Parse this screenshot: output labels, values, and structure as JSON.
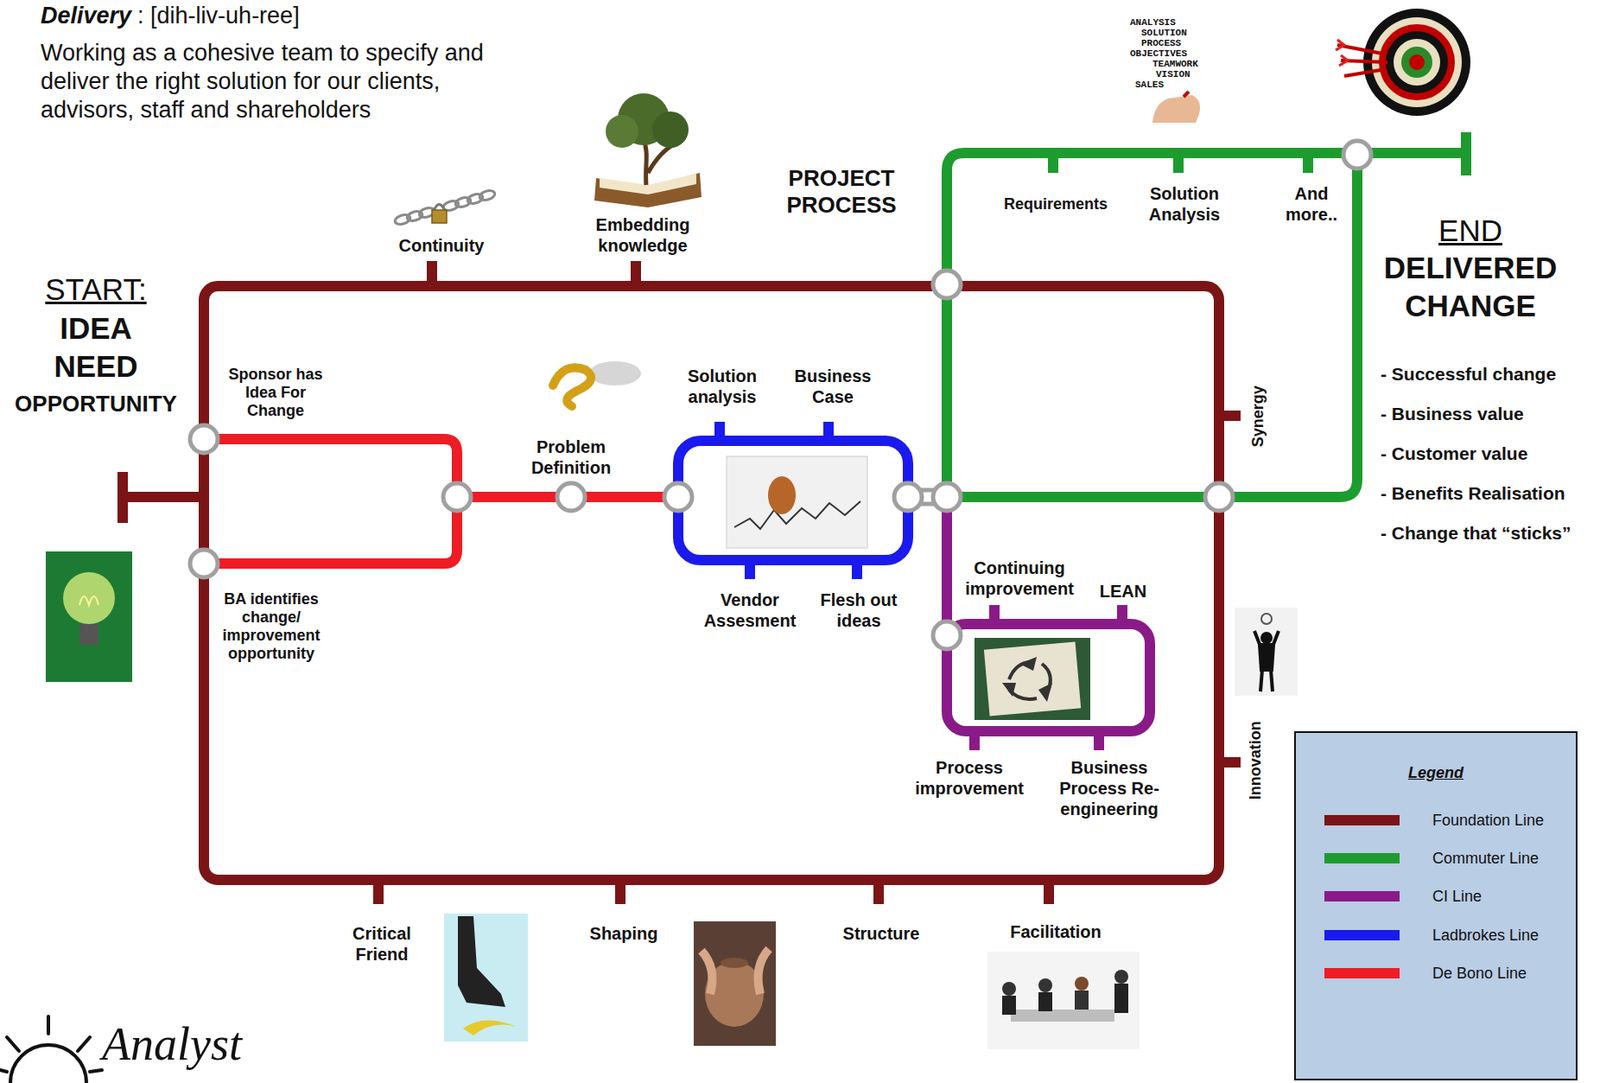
{
  "diagram": {
    "title": "Delivery",
    "nodes": [
      {
        "text": [
          "Legend"
        ]
      }
    ],
    "labels": [
      ": [dih-liv-uh-ree]",
      "Working as a cohesive team to specify and deliver the right solution for our clients, advisors, staff and shareholders",
      "START:",
      "IDEA NEED",
      "OPPORTUNITY",
      "Continuity",
      "Embedding knowledge",
      "PROJECT PROCESS",
      "Requirements",
      "Solution Analysis",
      "And more..",
      "END",
      "DELIVERED CHANGE",
      "- Successful change",
      "- Business value",
      "- Customer value",
      "- Benefits Realisation",
      "- Change that “sticks”",
      "Sponsor has Idea For Change",
      "BA identifies change/ improvement opportunity",
      "Problem Definition",
      "Solution analysis",
      "Business Case",
      "Vendor Assesment",
      "Flesh out ideas",
      "Synergy",
      "Continuing improvement",
      "LEAN",
      "Process improvement",
      "Business Process Re- engineering",
      "Innovation",
      "Critical Friend",
      "Shaping",
      "Structure",
      "Facilitation",
      "Analyst",
      "ANALYSIS",
      "SOLUTION",
      "PROCESS",
      "OBJECTIVES",
      "TEAMWORK",
      "VISION",
      "SALES"
    ],
    "legend": [
      {
        "text": "Foundation Line",
        "color": "#7b1416"
      },
      {
        "text": "Commuter Line",
        "color": "#1e9b2e"
      },
      {
        "text": "CI Line",
        "color": "#8b1a89"
      },
      {
        "text": "Ladbrokes Line",
        "color": "#1a1aee"
      },
      {
        "text": "De Bono Line",
        "color": "#ee1c24"
      }
    ]
  }
}
